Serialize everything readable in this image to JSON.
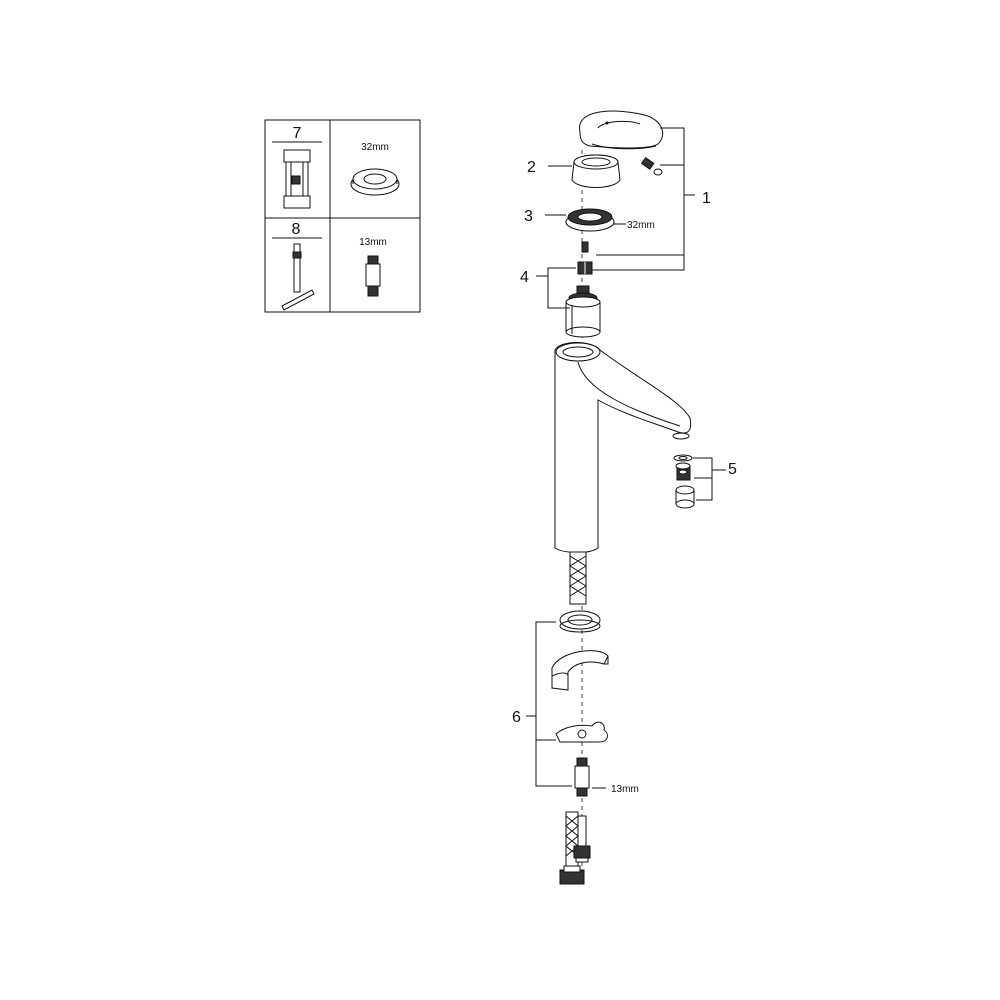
{
  "callouts": {
    "p1": "1",
    "p2": "2",
    "p3": "3",
    "p4": "4",
    "p5": "5",
    "p6": "6"
  },
  "dimensions": {
    "nut_size": "32mm",
    "hose_size": "13mm"
  },
  "tools_box": {
    "tool7": {
      "number": "7",
      "size": "32mm"
    },
    "tool8": {
      "number": "8",
      "size": "13mm"
    }
  }
}
